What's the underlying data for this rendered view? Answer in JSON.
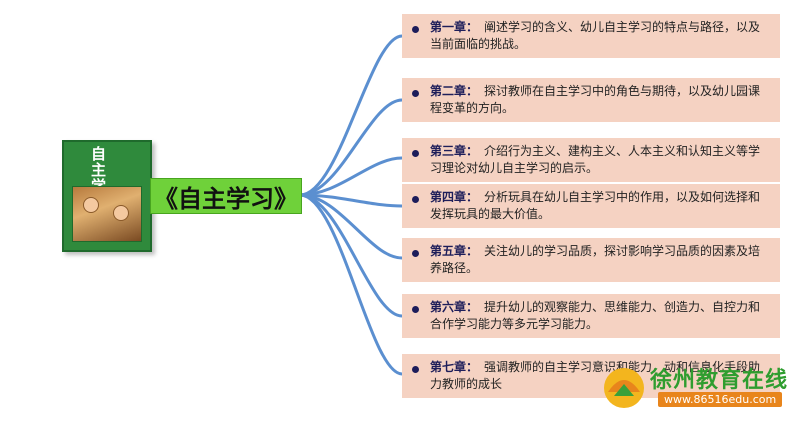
{
  "book": {
    "title": "自主学习"
  },
  "center": {
    "title": "《自主学习》"
  },
  "chapters": [
    {
      "label": "第一章：",
      "text": "阐述学习的含义、幼儿自主学习的特点与路径，以及当前面临的挑战。"
    },
    {
      "label": "第二章：",
      "text": "探讨教师在自主学习中的角色与期待，以及幼儿园课程变革的方向。"
    },
    {
      "label": "第三章：",
      "text": "介绍行为主义、建构主义、人本主义和认知主义等学习理论对幼儿自主学习的启示。"
    },
    {
      "label": "第四章：",
      "text": "分析玩具在幼儿自主学习中的作用，以及如何选择和发挥玩具的最大价值。"
    },
    {
      "label": "第五章：",
      "text": "关注幼儿的学习品质，探讨影响学习品质的因素及培养路径。"
    },
    {
      "label": "第六章：",
      "text": "提升幼儿的观察能力、思维能力、创造力、自控力和合作学习能力等多元学习能力。"
    },
    {
      "label": "第七章：",
      "text": "强调教师的自主学习意识和能力，动和信息化手段助力教师的成长"
    }
  ],
  "watermark": {
    "name": "徐州教育在线",
    "url": "www.86516edu.com"
  },
  "colors": {
    "connector": "#5b8fd0",
    "center_bg": "#6fd13a",
    "chapter_bg": "#f5d2c2",
    "book_cover": "#2f8a3c"
  }
}
